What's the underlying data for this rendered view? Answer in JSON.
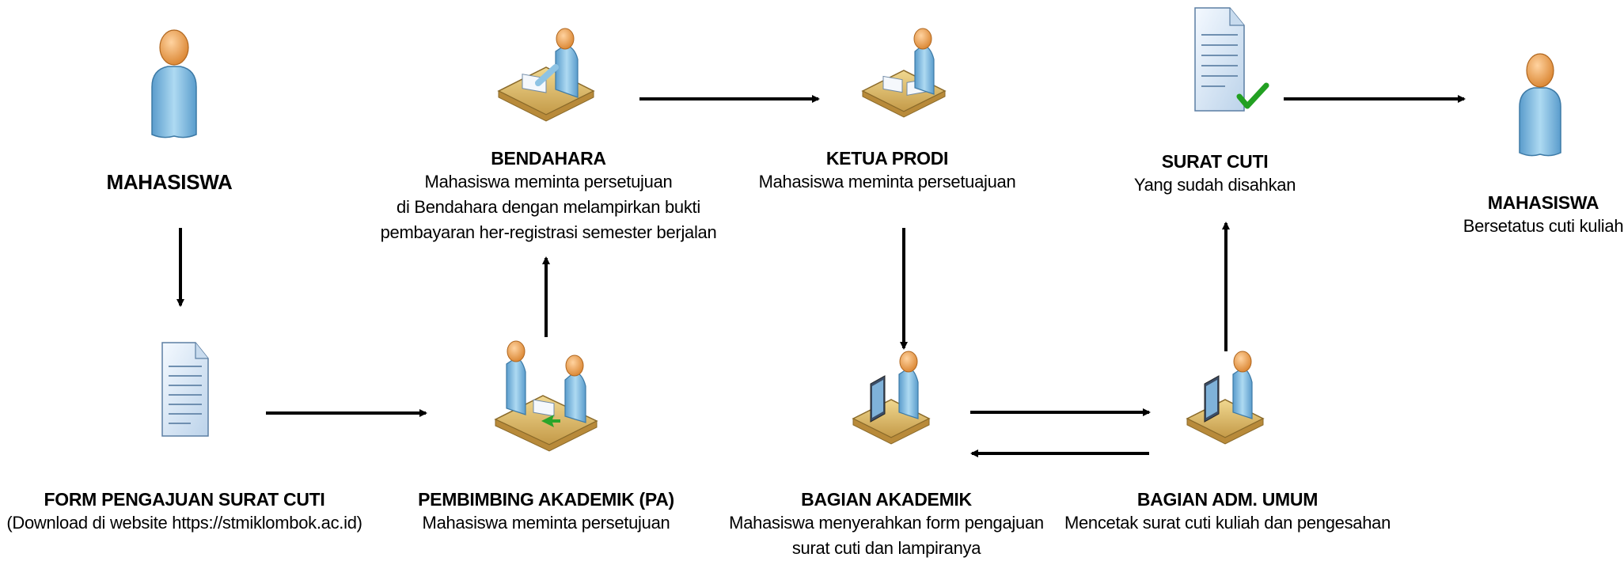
{
  "nodes": {
    "mahasiswa_start": {
      "title": "MAHASISWA",
      "icon": "student-person-icon"
    },
    "form": {
      "title": "FORM PENGAJUAN SURAT CUTI",
      "desc": "(Download di website https://stmiklombok.ac.id)",
      "icon": "document-icon"
    },
    "pa": {
      "title": "PEMBIMBING AKADEMIK (PA)",
      "desc": "Mahasiswa meminta persetujuan",
      "icon": "advisor-meeting-icon"
    },
    "bendahara": {
      "title": "BENDAHARA",
      "desc": [
        "Mahasiswa meminta persetujuan",
        "di Bendahara dengan melampirkan bukti",
        "pembayaran her-registrasi semester berjalan"
      ],
      "icon": "treasurer-desk-icon"
    },
    "ketua_prodi": {
      "title": "KETUA PRODI",
      "desc": "Mahasiswa meminta persetuajuan",
      "icon": "head-desk-icon"
    },
    "akademik": {
      "title": "BAGIAN AKADEMIK",
      "desc": [
        "Mahasiswa menyerahkan form pengajuan",
        "surat cuti dan lampiranya"
      ],
      "icon": "academic-computer-icon"
    },
    "adm_umum": {
      "title": "BAGIAN ADM. UMUM",
      "desc": "Mencetak surat cuti kuliah dan pengesahan",
      "icon": "admin-computer-icon"
    },
    "surat_cuti": {
      "title": "SURAT CUTI",
      "desc": "Yang sudah disahkan",
      "icon": "approved-document-icon"
    },
    "mahasiswa_end": {
      "title": "MAHASISWA",
      "desc": "Bersetatus cuti kuliah",
      "icon": "student-person-icon"
    }
  },
  "colors": {
    "skin": "#f0a860",
    "body_blue": "#8ec3e4",
    "desk": "#d8b868",
    "paper": "#dce9f5",
    "check": "#22a022",
    "arrow": "#000000"
  }
}
